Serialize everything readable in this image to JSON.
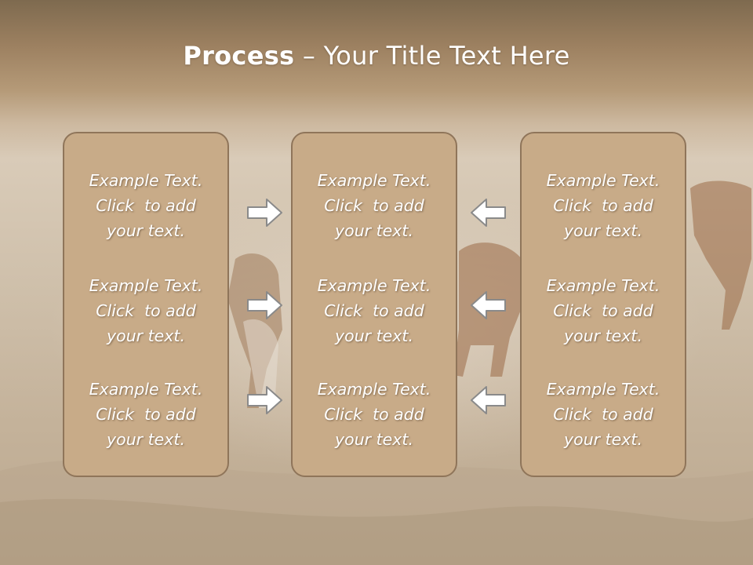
{
  "slide": {
    "title_bold": "Process",
    "title_rest": " – Your Title Text Here"
  },
  "columns": [
    {
      "items": [
        {
          "line1": "Example Text.",
          "line2": "Click  to add",
          "line3": "your text."
        },
        {
          "line1": "Example Text.",
          "line2": "Click  to add",
          "line3": "your text."
        },
        {
          "line1": "Example Text.",
          "line2": "Click  to add",
          "line3": "your text."
        }
      ]
    },
    {
      "items": [
        {
          "line1": "Example Text.",
          "line2": "Click  to add",
          "line3": "your text."
        },
        {
          "line1": "Example Text.",
          "line2": "Click  to add",
          "line3": "your text."
        },
        {
          "line1": "Example Text.",
          "line2": "Click  to add",
          "line3": "your text."
        }
      ]
    },
    {
      "items": [
        {
          "line1": "Example Text.",
          "line2": "Click  to add",
          "line3": "your text."
        },
        {
          "line1": "Example Text.",
          "line2": "Click  to add",
          "line3": "your text."
        },
        {
          "line1": "Example Text.",
          "line2": "Click  to add",
          "line3": "your text."
        }
      ]
    }
  ],
  "arrows": {
    "left": [
      "arrow-right-icon",
      "arrow-right-icon",
      "arrow-right-icon"
    ],
    "right": [
      "arrow-left-icon",
      "arrow-left-icon",
      "arrow-left-icon"
    ]
  },
  "colors": {
    "box_fill": "#c8ab88",
    "box_border": "#8f755a",
    "text": "#ffffff",
    "header": "#8a7355"
  }
}
